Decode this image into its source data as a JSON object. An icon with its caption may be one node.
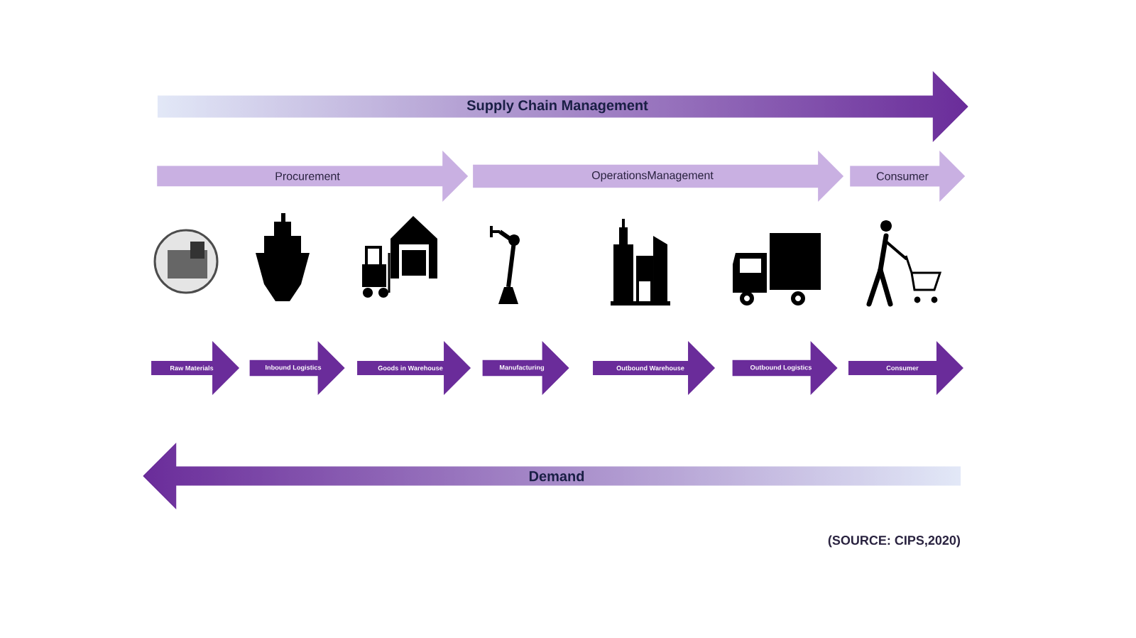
{
  "diagram": {
    "caption": "(SOURCE: CIPS,2020)",
    "nodes": [
      {
        "text": [
          "Supply Chain Management"
        ]
      },
      {
        "text": [
          "Procurement"
        ]
      },
      {
        "text": [
          "OperationsManagement"
        ]
      },
      {
        "text": [
          "Consumer"
        ]
      },
      {
        "text": [
          "Raw Materials"
        ]
      },
      {
        "text": [
          "Inbound Logistics"
        ]
      },
      {
        "text": [
          "Goods in Warehouse"
        ]
      },
      {
        "text": [
          "Manufacturing"
        ]
      },
      {
        "text": [
          "Outbound Warehouse"
        ]
      },
      {
        "text": [
          "Outbound Logistics"
        ]
      },
      {
        "text": [
          "Consumer"
        ]
      },
      {
        "text": [
          "Demand"
        ]
      }
    ],
    "edges": []
  }
}
